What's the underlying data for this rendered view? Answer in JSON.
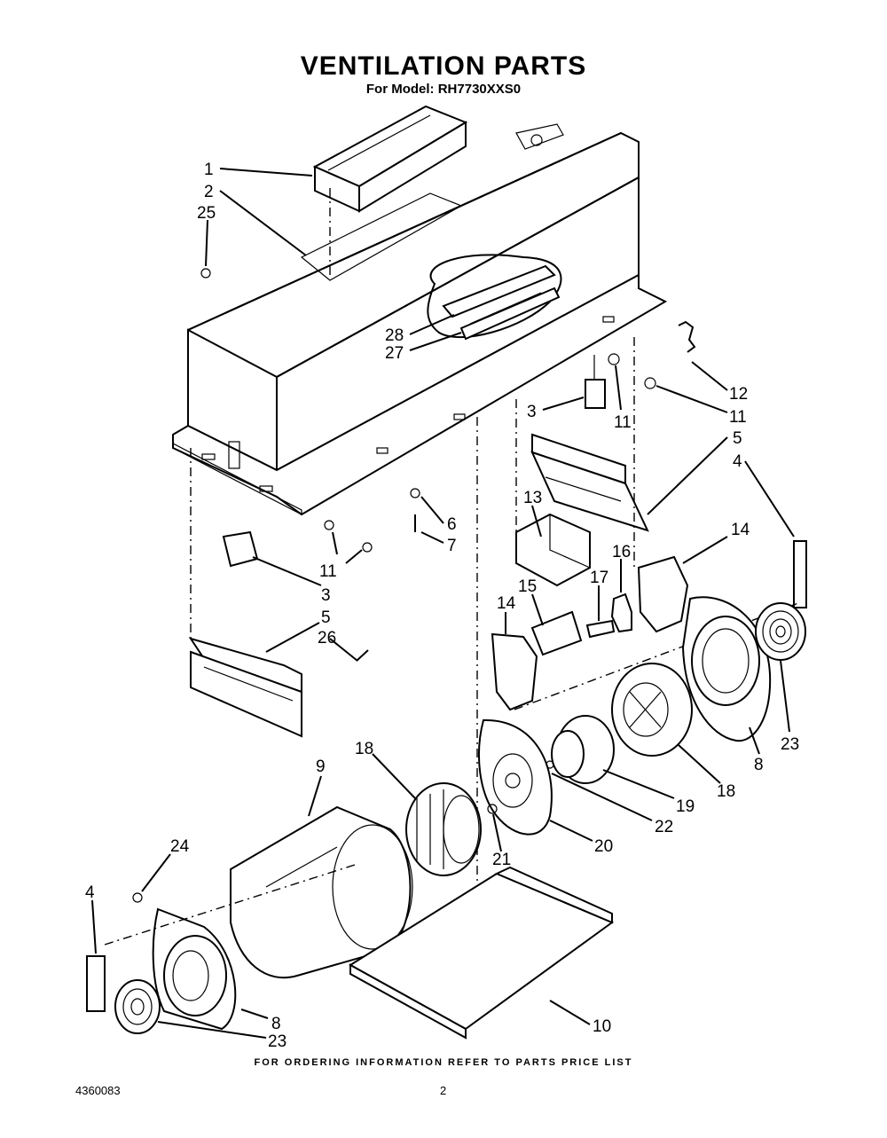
{
  "header": {
    "title": "VENTILATION PARTS",
    "subtitle": "For Model: RH7730XXS0"
  },
  "footer": {
    "ordering_note": "FOR ORDERING INFORMATION REFER TO PARTS PRICE LIST",
    "document_number": "4360083",
    "page_number": "2"
  },
  "callouts": [
    "1",
    "2",
    "25",
    "28",
    "27",
    "3",
    "11",
    "12",
    "11",
    "5",
    "4",
    "6",
    "7",
    "13",
    "14",
    "16",
    "17",
    "15",
    "14",
    "11",
    "3",
    "5",
    "26",
    "18",
    "9",
    "23",
    "8",
    "19",
    "18",
    "22",
    "20",
    "21",
    "24",
    "4",
    "8",
    "23",
    "10"
  ]
}
